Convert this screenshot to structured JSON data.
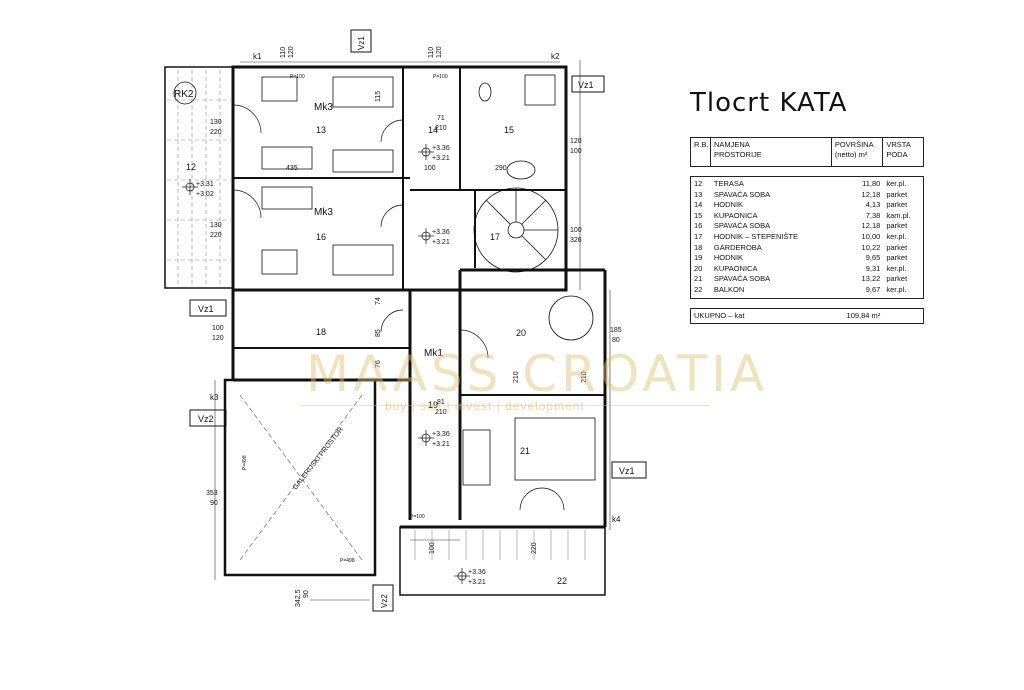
{
  "title": "Tlocrt KATA",
  "table": {
    "headers": {
      "rb": "R.B.",
      "name_l1": "NAMJENA",
      "name_l2": "PROSTORIJE",
      "area_l1": "POVRŠINA",
      "area_l2": "(netto) m²",
      "floor_l1": "VRSTA",
      "floor_l2": "PODA"
    },
    "rows": [
      {
        "rb": "12",
        "name": "TERASA",
        "area": "11,80",
        "floor": "ker.pl."
      },
      {
        "rb": "13",
        "name": "SPAVAĆA SOBA",
        "area": "12,18",
        "floor": "parket"
      },
      {
        "rb": "14",
        "name": "HODNIK",
        "area": "4,13",
        "floor": "parket"
      },
      {
        "rb": "15",
        "name": "KUPAONICA",
        "area": "7,38",
        "floor": "kam.pl."
      },
      {
        "rb": "16",
        "name": "SPAVAĆA SOBA",
        "area": "12,18",
        "floor": "parket"
      },
      {
        "rb": "17",
        "name": "HODNIK – STEPENIŠTE",
        "area": "10,00",
        "floor": "ker.pl."
      },
      {
        "rb": "18",
        "name": "GARDEROBA",
        "area": "10,22",
        "floor": "parket"
      },
      {
        "rb": "19",
        "name": "HODNIK",
        "area": "9,65",
        "floor": "parket"
      },
      {
        "rb": "20",
        "name": "KUPAONICA",
        "area": "9,31",
        "floor": "ker.pl."
      },
      {
        "rb": "21",
        "name": "SPAVAĆA SOBA",
        "area": "13,22",
        "floor": "parket"
      },
      {
        "rb": "22",
        "name": "BALKON",
        "area": "9,67",
        "floor": "ker.pl."
      }
    ],
    "total_label": "UKUPNO – kat",
    "total_value": "109,84 m²"
  },
  "plan": {
    "rooms": [
      "12",
      "13",
      "14",
      "15",
      "16",
      "17",
      "18",
      "19",
      "20",
      "21",
      "22"
    ],
    "room_codes": {
      "rk2": "RK2",
      "mk3a": "Mk3",
      "mk3b": "Mk3",
      "mk1": "Mk1"
    },
    "gallery_label": "GALERIJSKI PROSTOR",
    "window_codes": {
      "vz1": "Vz1",
      "vz2": "Vz2"
    },
    "axes": {
      "k1": "k1",
      "k2": "k2",
      "k3": "k3",
      "k4": "k4"
    },
    "levels": {
      "l331": "+3.31",
      "l302": "+3.02",
      "l336": "+3.36",
      "l321": "+3.21"
    },
    "dims": {
      "d110": "110",
      "d120": "120",
      "d130": "130",
      "d220": "220",
      "d100": "100",
      "d326": "326",
      "d185": "185",
      "d80": "80",
      "d353": "353",
      "d90": "90",
      "d3425": "342,5",
      "d435": "435",
      "d210": "210",
      "d71": "71",
      "d290": "290",
      "d115": "115",
      "d81": "81",
      "d76": "76",
      "d74": "74",
      "d85": "85",
      "p100": "P=100",
      "p498": "P=498"
    }
  },
  "watermark": {
    "brand": "MAASS CROATIA",
    "tagline": "buy | sell | invest | development"
  }
}
